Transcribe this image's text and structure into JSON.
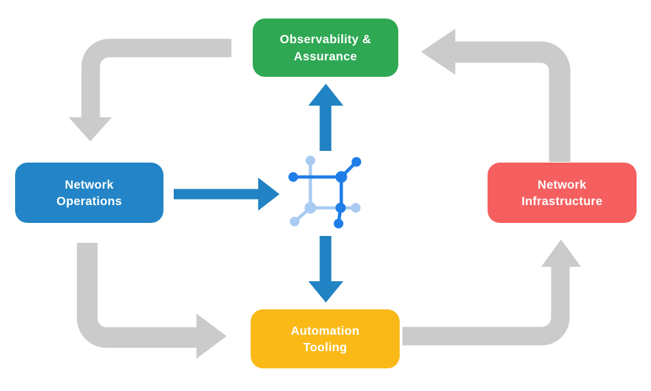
{
  "background": "#ffffff",
  "colors": {
    "gray_arrow": "#cbcbcb",
    "blue_arrow": "#2182c4",
    "icon_dark": "#1f7de8",
    "icon_light": "#a9cbf2",
    "node_text": "#ffffff"
  },
  "icon": {
    "name": "network-node-icon"
  },
  "nodes": {
    "observability": {
      "label": "Observability &\nAssurance",
      "color": "#2ea853"
    },
    "network_operations": {
      "label": "Network\nOperations",
      "color": "#2385c7"
    },
    "network_infrastructure": {
      "label": "Network\nInfrastructure",
      "color": "#f55f5f"
    },
    "automation_tooling": {
      "label": "Automation\nTooling",
      "color": "#fab916"
    }
  },
  "edges": [
    {
      "from": "observability",
      "to": "network_operations",
      "style": "gray-elbow"
    },
    {
      "from": "network_operations",
      "to": "automation_tooling",
      "style": "gray-elbow"
    },
    {
      "from": "automation_tooling",
      "to": "network_infrastructure",
      "style": "gray-elbow"
    },
    {
      "from": "network_infrastructure",
      "to": "observability",
      "style": "gray-elbow"
    },
    {
      "from": "network_operations",
      "to": "center_icon",
      "style": "blue-straight"
    },
    {
      "from": "center_icon",
      "to": "observability",
      "style": "blue-straight"
    },
    {
      "from": "center_icon",
      "to": "automation_tooling",
      "style": "blue-straight"
    }
  ]
}
